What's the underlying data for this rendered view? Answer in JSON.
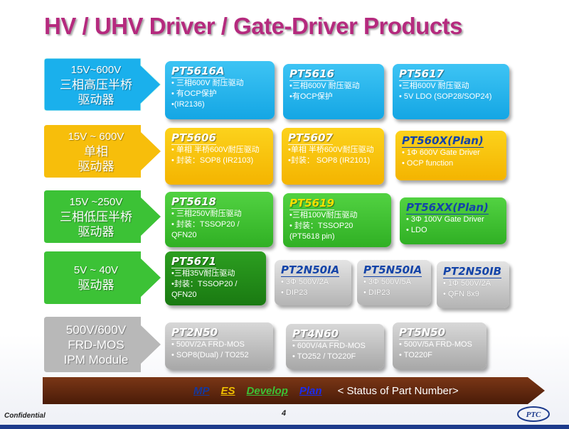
{
  "title": "HV / UHV Driver / Gate-Driver Products",
  "categories": [
    {
      "l1": "15V~600V",
      "l2": "三相高压半桥",
      "l3": "驱动器",
      "color": "#1ab0ec"
    },
    {
      "l1": "15V ~ 600V",
      "l2": "单相",
      "l3": "驱动器",
      "color": "#f7be0b"
    },
    {
      "l1": "15V ~250V",
      "l2": "三相低压半桥",
      "l3": "驱动器",
      "color": "#3cc236"
    },
    {
      "l1": "5V ~ 40V",
      "l2": "驱动器",
      "l3": "",
      "color": "#3cc236"
    },
    {
      "l1": "500V/600V",
      "l2": "FRD-MOS",
      "l3": "IPM Module",
      "color": "#b8b8b8"
    }
  ],
  "cards": {
    "pt5616a": {
      "name": "PT5616A",
      "l1": "• 三相600V 耐压驱动",
      "l2": "• 有OCP保护",
      "l3": "•(IR2136)"
    },
    "pt5616": {
      "name": "PT5616",
      "l1": "•三相600V 耐压驱动",
      "l2": "•有OCP保护"
    },
    "pt5617": {
      "name": "PT5617",
      "l1": "•三相600V 耐压驱动",
      "l2": "• 5V LDO (SOP28/SOP24)"
    },
    "pt5606": {
      "name": "PT5606",
      "l1": "• 单相 半桥600V耐压驱动",
      "l2": "• 封装：SOP8 (IR2103)"
    },
    "pt5607": {
      "name": "PT5607",
      "l1": "•单相 半桥600V耐压驱动",
      "l2": "•封装： SOP8 (IR2101)"
    },
    "pt560x": {
      "name": "PT560X(Plan)",
      "l1": "• 1Φ 600V Gate Driver",
      "l2": "• OCP function"
    },
    "pt5618": {
      "name": "PT5618",
      "l1": "• 三相250V耐压驱动",
      "l2": "• 封装：TSSOP20 / QFN20"
    },
    "pt5619": {
      "name": "PT5619",
      "l1": "•三相100V耐压驱动",
      "l2": "• 封装：TSSOP20 (PT5618 pin)"
    },
    "pt56xx": {
      "name": "PT56XX(Plan)",
      "l1": "• 3Φ 100V Gate Driver",
      "l2": "• LDO"
    },
    "pt5671": {
      "name": "PT5671",
      "l1": "•三相35V耐压驱动",
      "l2": "•封装：TSSOP20 / QFN20"
    },
    "pt2n50ia": {
      "name": "PT2N50IA",
      "l1": "• 3Φ 500V/2A",
      "l2": "• DIP23"
    },
    "pt5n50ia": {
      "name": "PT5N50IA",
      "l1": "• 3Φ 500V/5A",
      "l2": "• DIP23"
    },
    "pt2n50ib": {
      "name": "PT2N50IB",
      "l1": "• 1Φ 500V/2A",
      "l2": "• QFN 8x9"
    },
    "pt2n50": {
      "name": "PT2N50",
      "l1": "• 500V/2A FRD-MOS",
      "l2": "• SOP8(Dual) / TO252"
    },
    "pt4n60": {
      "name": "PT4N60",
      "l1": "• 600V/4A FRD-MOS",
      "l2": "• TO252 / TO220F"
    },
    "pt5n50": {
      "name": "PT5N50",
      "l1": "• 500V/5A FRD-MOS",
      "l2": "• TO220F"
    }
  },
  "legend": {
    "mp": "MP",
    "es": "ES",
    "develop": "Develop",
    "plan": "Plan",
    "status": "< Status of Part Number>",
    "colors": {
      "mp": "#1438a0",
      "es": "#f0c000",
      "develop": "#3cc236",
      "plan": "#1a2cf0",
      "bar": "#5a2410"
    }
  },
  "footer": {
    "confidential": "Confidential",
    "page": "4",
    "logo": "PTC"
  }
}
